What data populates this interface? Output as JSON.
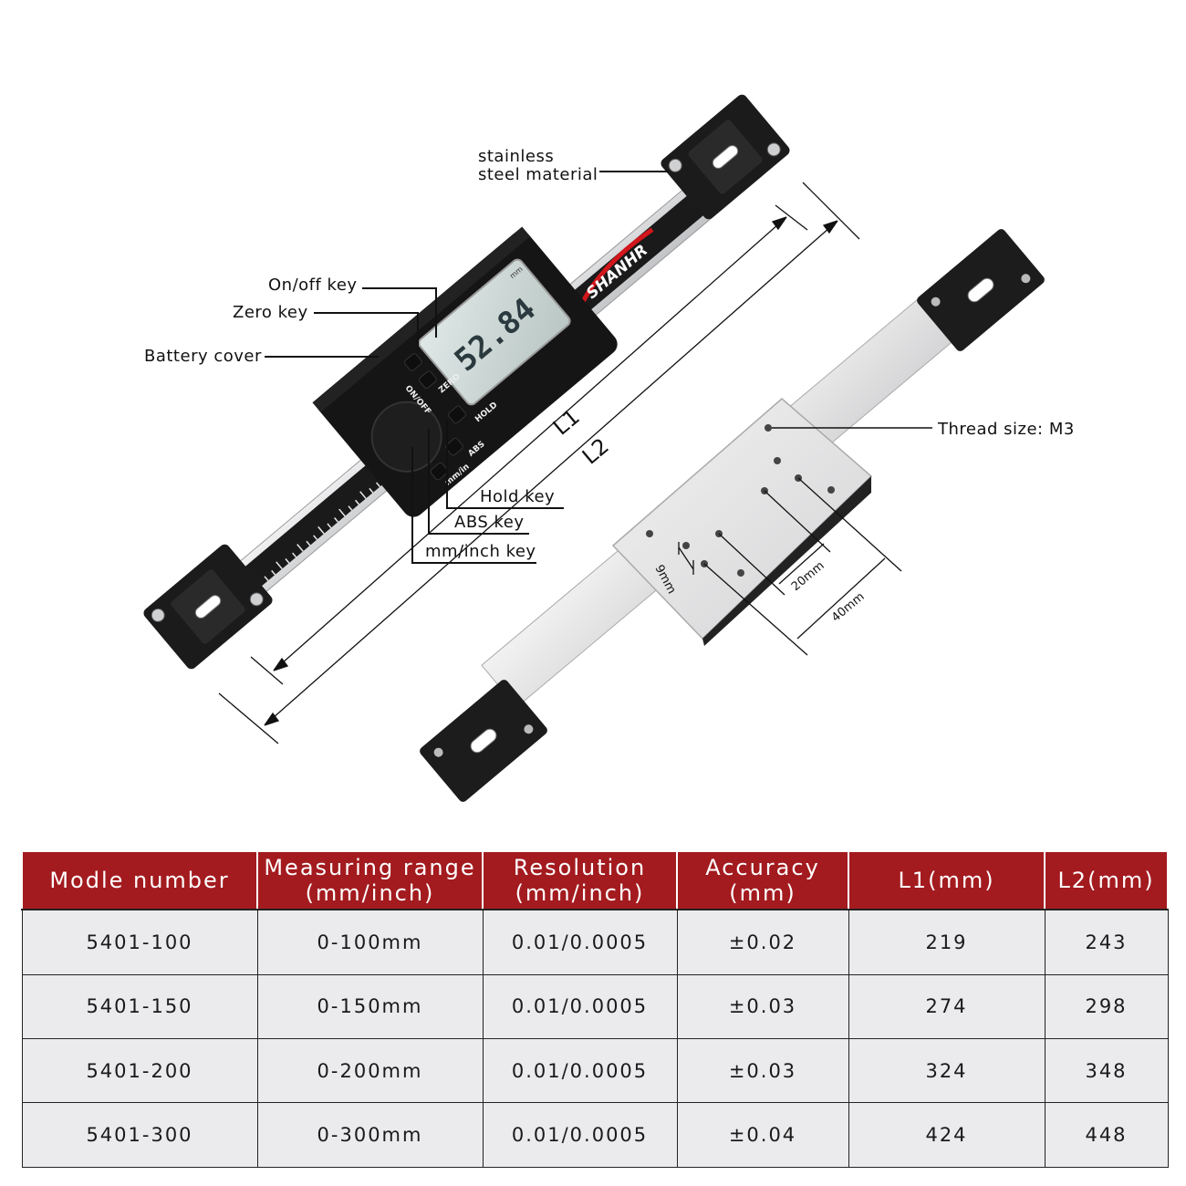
{
  "callouts": {
    "stainless": [
      "stainless",
      "steel material"
    ],
    "onoff": "On/off key",
    "zero": "Zero key",
    "battery": "Battery cover",
    "hold": "Hold key",
    "abs": "ABS key",
    "mminch": "mm/inch key",
    "thread": "Thread size: M3"
  },
  "dimensions": {
    "l1": "L1",
    "l2": "L2",
    "d9": "9mm",
    "d20": "20mm",
    "d40": "40mm"
  },
  "device": {
    "brand": "SHANHR",
    "lcd_value": "52.84",
    "lcd_unit": "mm",
    "keys": {
      "onoff": "ON/OFF",
      "zero": "ZERO",
      "hold": "HOLD",
      "abs": "ABS",
      "mminch": "mm/in"
    }
  },
  "table": {
    "headers": [
      [
        "Modle number"
      ],
      [
        "Measuring range",
        "(mm/inch)"
      ],
      [
        "Resolution",
        "(mm/inch)"
      ],
      [
        "Accuracy",
        "(mm)"
      ],
      [
        "L1(mm)"
      ],
      [
        "L2(mm)"
      ]
    ],
    "rows": [
      [
        "5401-100",
        "0-100mm",
        "0.01/0.0005",
        "±0.02",
        "219",
        "243"
      ],
      [
        "5401-150",
        "0-150mm",
        "0.01/0.0005",
        "±0.03",
        "274",
        "298"
      ],
      [
        "5401-200",
        "0-200mm",
        "0.01/0.0005",
        "±0.03",
        "324",
        "348"
      ],
      [
        "5401-300",
        "0-300mm",
        "0.01/0.0005",
        "±0.04",
        "424",
        "448"
      ]
    ]
  },
  "colors": {
    "header_bg": "#a31b1f",
    "cell_bg": "#ebebed",
    "device_black": "#151515",
    "steel": "#d9dadc"
  }
}
